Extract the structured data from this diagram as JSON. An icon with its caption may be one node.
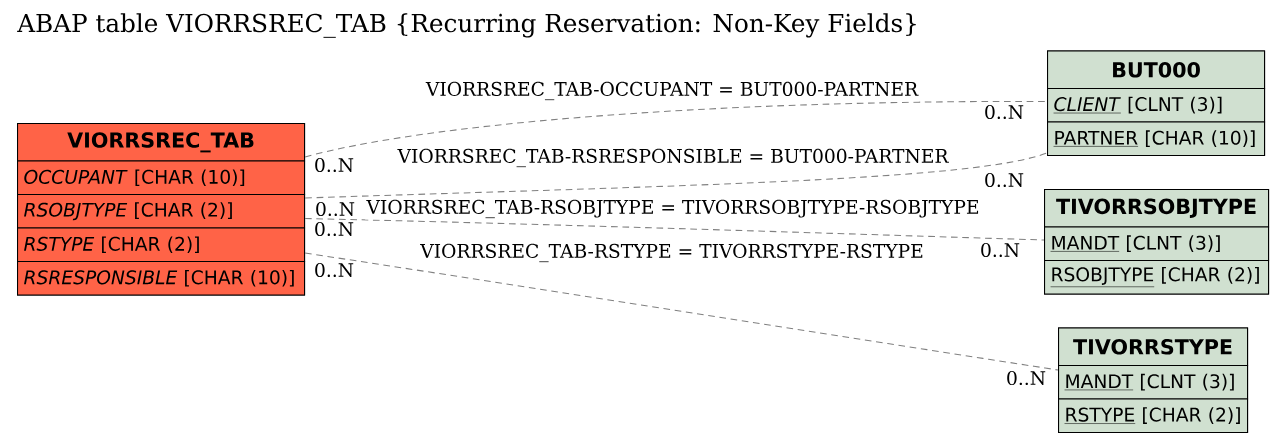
{
  "diagram": {
    "title": "ABAP table VIORRSREC_TAB {Recurring Reservation: Non-Key Fields}",
    "nodes": [
      {
        "text": [
          "VIORRSREC_TAB",
          "*OCCUPANT* [CHAR (10)]",
          "*RSOBJTYPE* [CHAR (2)]",
          "*RSTYPE* [CHAR (2)]",
          "*RSRESPONSIBLE* [CHAR (10)]"
        ]
      },
      {
        "text": [
          "BUT000",
          "*CLIENT* [CLNT (3)]",
          "PARTNER [CHAR (10)]"
        ]
      },
      {
        "text": [
          "TIVORRSOBJTYPE",
          "MANDT [CLNT (3)]",
          "RSOBJTYPE [CHAR (2)]"
        ]
      },
      {
        "text": [
          "TIVORRSTYPE",
          "MANDT [CLNT (3)]",
          "RSTYPE [CHAR (2)]"
        ]
      }
    ],
    "edges": [
      {
        "from": 0,
        "to": 1,
        "arrow": "none",
        "style": "dashed",
        "label": "VIORRSREC_TAB-OCCUPANT = BUT000-PARTNER"
      },
      {
        "from": 0,
        "to": 1,
        "arrow": "none",
        "style": "dashed",
        "label": "VIORRSREC_TAB-RSRESPONSIBLE = BUT000-PARTNER"
      },
      {
        "from": 0,
        "to": 2,
        "arrow": "none",
        "style": "dashed",
        "label": "VIORRSREC_TAB-RSOBJTYPE = TIVORRSOBJTYPE-RSOBJTYPE"
      },
      {
        "from": 0,
        "to": 3,
        "arrow": "none",
        "style": "dashed",
        "label": "VIORRSREC_TAB-RSTYPE = TIVORRSTYPE-RSTYPE"
      }
    ],
    "labels": [
      "0..N",
      "0..N",
      "0..N",
      "0..N",
      "0..N",
      "0..N",
      "0..N",
      "0..N"
    ]
  }
}
